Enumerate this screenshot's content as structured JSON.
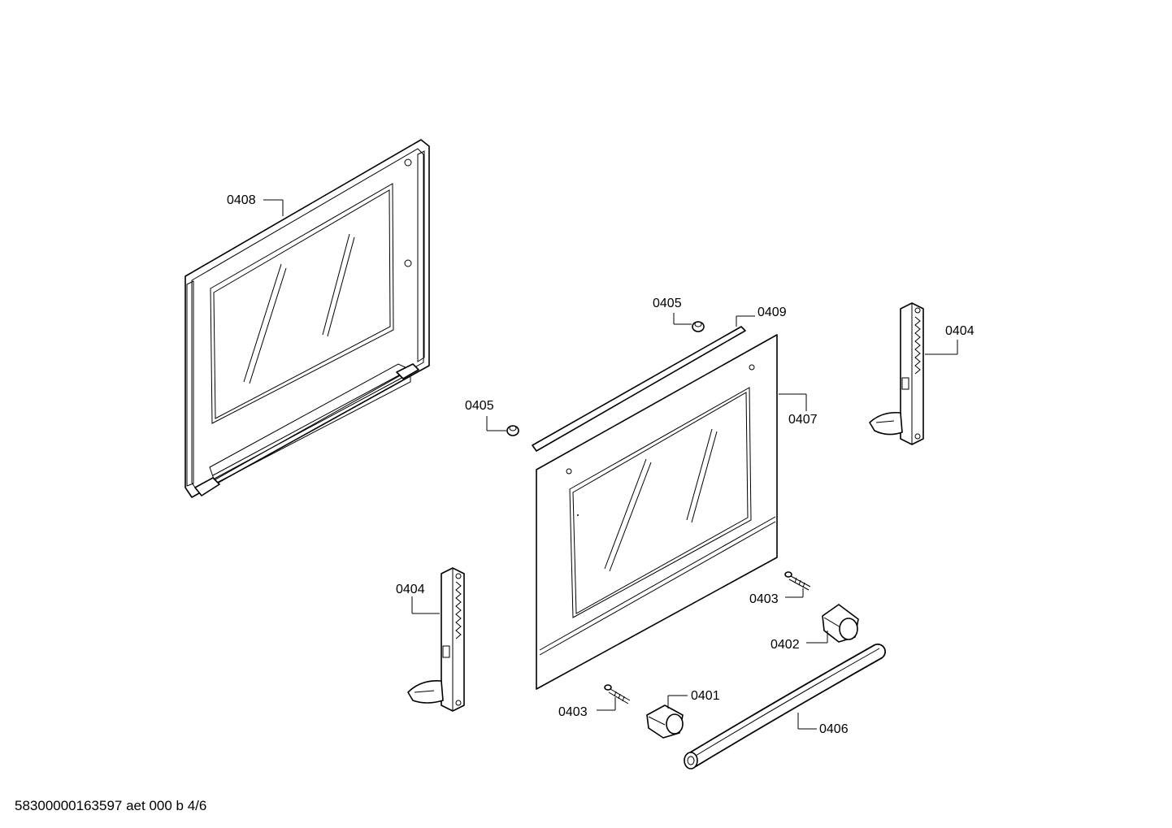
{
  "document": {
    "footer": "58300000163597 aet 000 b 4/6"
  },
  "callouts": {
    "c0408": "0408",
    "c0405a": "0405",
    "c0405b": "0405",
    "c0409": "0409",
    "c0404a": "0404",
    "c0404b": "0404",
    "c0407": "0407",
    "c0403a": "0403",
    "c0403b": "0403",
    "c0402": "0402",
    "c0401": "0401",
    "c0406": "0406"
  }
}
